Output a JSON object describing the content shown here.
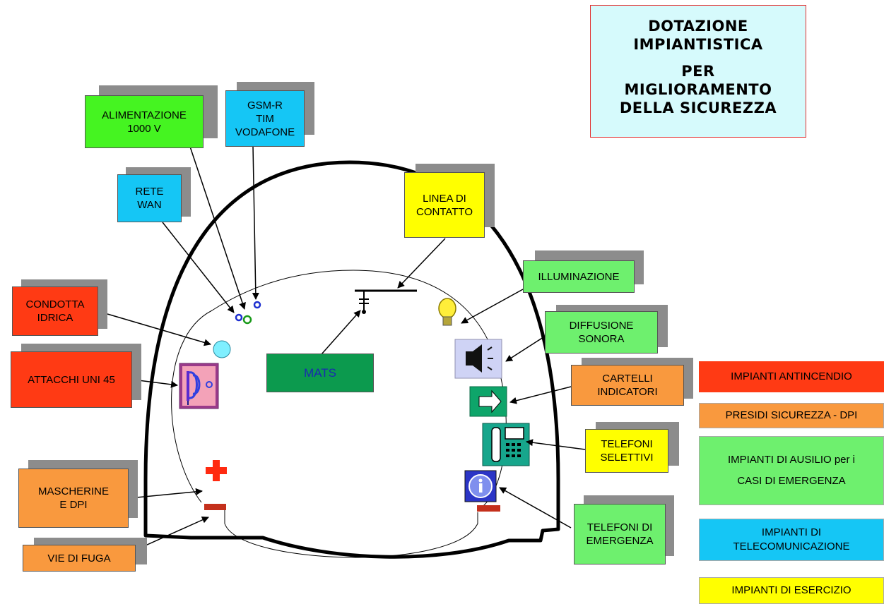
{
  "title": {
    "line1": "DOTAZIONE\nIMPIANTISTICA",
    "line2": "PER\nMIGLIORAMENTO\nDELLA SICUREZZA"
  },
  "callouts": {
    "alimentazione": "ALIMENTAZIONE\n1000 V",
    "gsmr": "GSM-R\nTIM\nVODAFONE",
    "rete_wan": "RETE\nWAN",
    "linea_contatto": "LINEA DI\nCONTATTO",
    "illuminazione": "ILLUMINAZIONE",
    "diffusione_sonora": "DIFFUSIONE\nSONORA",
    "cartelli": "CARTELLI\nINDICATORI",
    "telefoni_selettivi": "TELEFONI\nSELETTIVI",
    "telefoni_emergenza": "TELEFONI DI\nEMERGENZA",
    "condotta_idrica": "CONDOTTA\nIDRICA",
    "attacchi": "ATTACCHI UNI 45",
    "mats": "MATS",
    "mascherine": "MASCHERINE\nE DPI",
    "vie_fuga": "VIE DI FUGA"
  },
  "legend": {
    "antincendio": "IMPIANTI ANTINCENDIO",
    "presidi": "PRESIDI  SICUREZZA - DPI",
    "ausilio": "IMPIANTI DI AUSILIO per i\nCASI DI  EMERGENZA",
    "telecom": "IMPIANTI DI\nTELECOMUNICAZIONE",
    "esercizio": "IMPIANTI DI ESERCIZIO"
  },
  "colors": {
    "antincendio": "#ff3a14",
    "presidi": "#f9993e",
    "ausilio": "#6ef06e",
    "telecom": "#15c6f5",
    "esercizio": "#ffff00",
    "power": "#45f421",
    "mats": "#0c9a4e",
    "title_bg": "#d6fafc"
  },
  "icons": {
    "tunnel": "tunnel-outline-icon",
    "catenary": "catenary-icon",
    "bulb": "light-bulb-icon",
    "speaker": "speaker-icon",
    "arrow_sign": "arrow-sign-icon",
    "phone": "telephone-icon",
    "info": "info-icon",
    "hydrant": "hose-reel-icon",
    "cross": "first-aid-cross-icon",
    "water_pipe": "water-pipe-icon"
  }
}
